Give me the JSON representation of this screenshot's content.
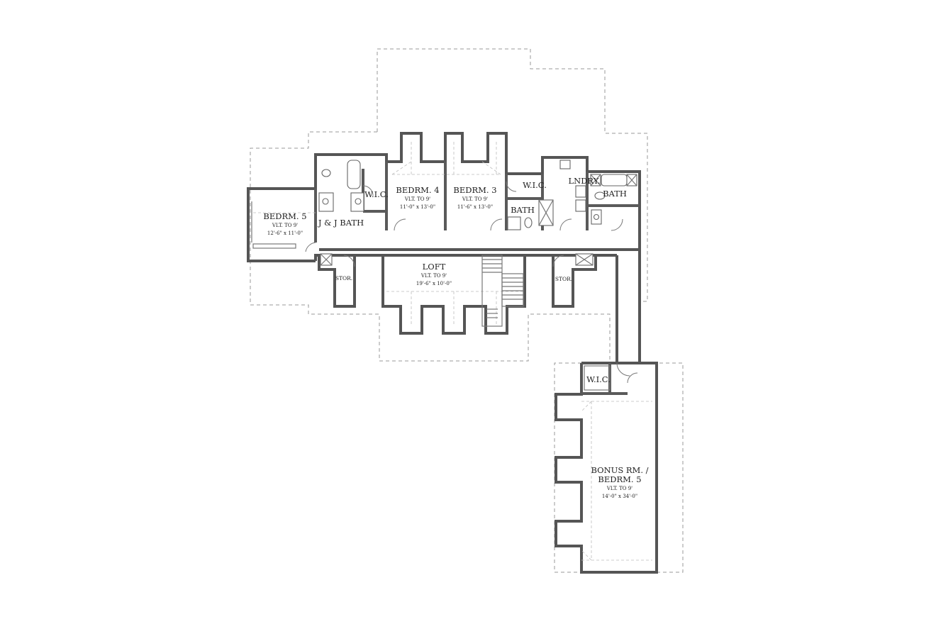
{
  "rooms": {
    "bedrm5_left": {
      "name": "BEDRM. 5",
      "ceiling": "VLT. TO 9'",
      "size": "12'-6\" x 11'-0\""
    },
    "jj_bath": {
      "name": "J & J BATH"
    },
    "wic_1": {
      "name": "W.I.C."
    },
    "bedrm4": {
      "name": "BEDRM. 4",
      "ceiling": "VLT. TO 9'",
      "size": "11'-0\" x 13'-0\""
    },
    "bedrm3": {
      "name": "BEDRM. 3",
      "ceiling": "VLT. TO 9'",
      "size": "11'-6\" x 13'-0\""
    },
    "wic_2": {
      "name": "W.I.C."
    },
    "bath_1": {
      "name": "BATH"
    },
    "laundry": {
      "name": "LNDRY."
    },
    "bath_2": {
      "name": "BATH"
    },
    "stor_left": {
      "name": "STOR."
    },
    "loft": {
      "name": "LOFT",
      "ceiling": "VLT. TO 9'",
      "size": "19'-6\" x 10'-0\""
    },
    "stor_right": {
      "name": "STOR."
    },
    "wic_3": {
      "name": "W.I.C."
    },
    "bonus": {
      "name_line1": "BONUS RM. /",
      "name_line2": "BEDRM. 5",
      "ceiling": "VLT. TO 9'",
      "size": "14'-0\" x 34'-0\""
    }
  }
}
